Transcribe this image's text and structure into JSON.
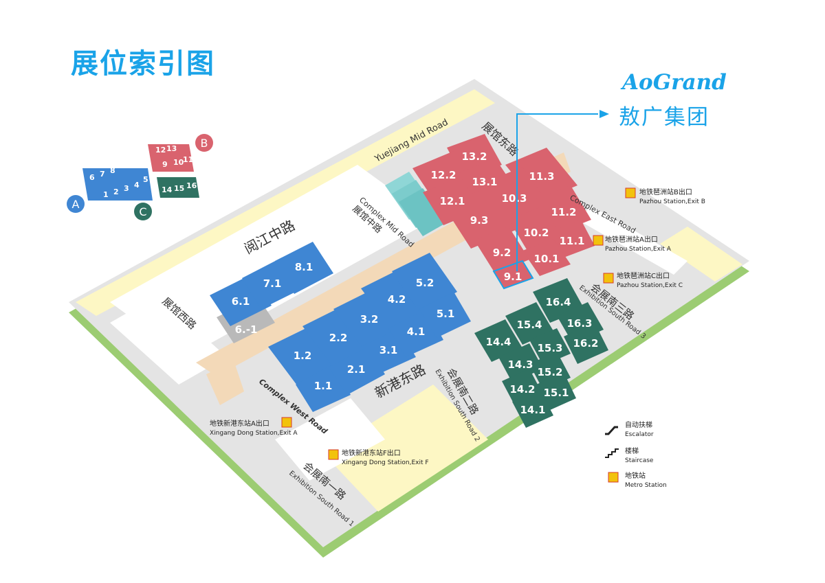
{
  "page": {
    "title": "展位索引图",
    "brand_logo": "AoGrand",
    "brand_name": "敖广集团"
  },
  "colors": {
    "zone_a": "#3f86d3",
    "zone_b": "#d9636e",
    "zone_c": "#2f7262",
    "hall_grey": "#b9b9b9",
    "accent": "#1aa3e8",
    "corridor": "#f3d9b8",
    "grass": "#9ccc72",
    "yellow_lot": "#fdf7c4"
  },
  "mini_index": {
    "a_label": "A",
    "b_label": "B",
    "c_label": "C",
    "a_halls": [
      "1",
      "2",
      "3",
      "4",
      "5",
      "6",
      "7",
      "8"
    ],
    "b_halls": [
      "9",
      "10",
      "11",
      "12",
      "13"
    ],
    "c_halls": [
      "14",
      "15",
      "16"
    ]
  },
  "roads": {
    "yuejiang_mid": "Yuejiang Mid Road",
    "yuejiang_mid_cn": "阅江中路",
    "complex_mid_en": "Complex Mid Road",
    "complex_mid_cn": "展馆中路",
    "complex_east_en": "Complex East Road",
    "complex_east_cn": "展馆东路",
    "complex_west_en": "Complex West Road",
    "complex_west_cn": "展馆西路",
    "xingang_east_cn": "新港东路",
    "south3_en": "Exhibition South Road 3",
    "south3_cn": "会展南三路",
    "south2_en": "Exhibition South Road 2",
    "south2_cn": "会展南二路",
    "south1_en": "Exhibition South Road 1",
    "south1_cn": "会展南一路"
  },
  "stations": {
    "pazhou_b_cn": "地铁琶洲站B出口",
    "pazhou_b_en": "Pazhou  Station,Exit B",
    "pazhou_a_cn": "地铁琶洲站A出口",
    "pazhou_a_en": "Pazhou  Station,Exit A",
    "pazhou_c_cn": "地铁琶洲站C出口",
    "pazhou_c_en": "Pazhou  Station,Exit C",
    "xingang_a_cn": "地铁新港东站A出口",
    "xingang_a_en": "Xingang Dong  Station,Exit A",
    "xingang_f_cn": "地铁新港东站F出口",
    "xingang_f_en": "Xingang Dong  Station,Exit F"
  },
  "legend": {
    "escalator_cn": "自动扶梯",
    "escalator_en": "Escalator",
    "staircase_cn": "楼梯",
    "staircase_en": "Staircase",
    "metro_cn": "地铁站",
    "metro_en": "Metro Station"
  },
  "halls": {
    "h1_1": "1.1",
    "h1_2": "1.2",
    "h2_1": "2.1",
    "h2_2": "2.2",
    "h3_1": "3.1",
    "h3_2": "3.2",
    "h4_1": "4.1",
    "h4_2": "4.2",
    "h5_1": "5.1",
    "h5_2": "5.2",
    "h6_1": "6.1",
    "h6_m1": "6.-1",
    "h7_1": "7.1",
    "h8_1": "8.1",
    "h9_1": "9.1",
    "h9_2": "9.2",
    "h9_3": "9.3",
    "h10_1": "10.1",
    "h10_2": "10.2",
    "h10_3": "10.3",
    "h11_1": "11.1",
    "h11_2": "11.2",
    "h11_3": "11.3",
    "h12_1": "12.1",
    "h12_2": "12.2",
    "h13_1": "13.1",
    "h13_2": "13.2",
    "h14_1": "14.1",
    "h14_2": "14.2",
    "h14_3": "14.3",
    "h14_4": "14.4",
    "h15_1": "15.1",
    "h15_2": "15.2",
    "h15_3": "15.3",
    "h15_4": "15.4",
    "h16_2": "16.2",
    "h16_3": "16.3",
    "h16_4": "16.4"
  }
}
